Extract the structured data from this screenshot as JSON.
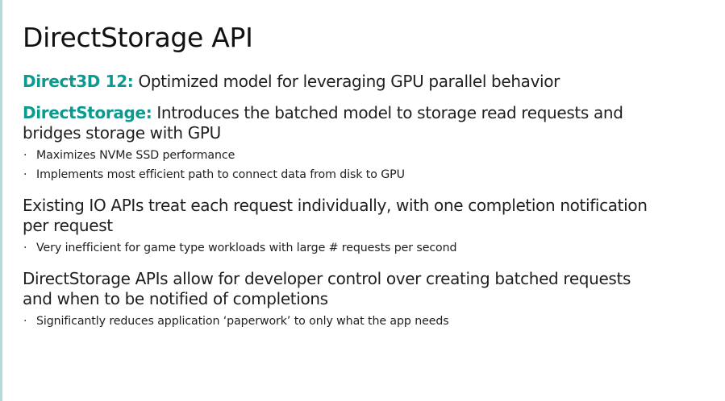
{
  "slide": {
    "title": "DirectStorage API",
    "accent_color": "#0a9a90",
    "items": [
      {
        "term": "Direct3D 12:",
        "text": "Optimized model for leveraging GPU parallel behavior",
        "bullets": []
      },
      {
        "term": "DirectStorage:",
        "text_line1": "Introduces the batched model to storage read requests and",
        "text_line2": "bridges storage with GPU",
        "bullets": [
          "Maximizes NVMe SSD performance",
          "Implements most efficient path to connect data from disk to GPU"
        ]
      },
      {
        "text_line1": "Existing IO APIs treat each request individually, with one completion notification",
        "text_line2": "per request",
        "bullets": [
          "Very inefficient for game type workloads with large # requests per second"
        ]
      },
      {
        "text_line1": "DirectStorage APIs allow for developer control over creating batched requests",
        "text_line2": "and when to be notified of completions",
        "bullets": [
          "Significantly reduces application ‘paperwork’ to only what the app needs"
        ]
      }
    ]
  },
  "icons": {
    "bullet": "·"
  }
}
